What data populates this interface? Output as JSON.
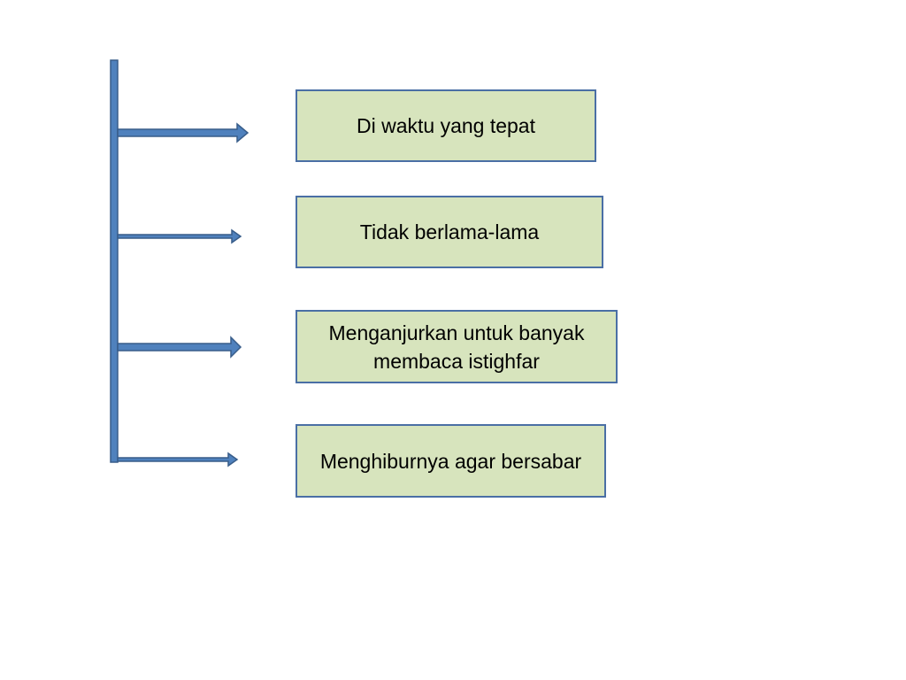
{
  "diagram": {
    "items": [
      {
        "text": "Di waktu yang tepat"
      },
      {
        "text": "Tidak berlama-lama"
      },
      {
        "text": "Menganjurkan untuk banyak membaca istighfar"
      },
      {
        "text": "Menghiburnya agar bersabar"
      }
    ],
    "colors": {
      "box_fill": "#d7e4bd",
      "box_border": "#4a6fa5",
      "connector": "#4f81bd",
      "connector_outline": "#385d8a"
    }
  }
}
